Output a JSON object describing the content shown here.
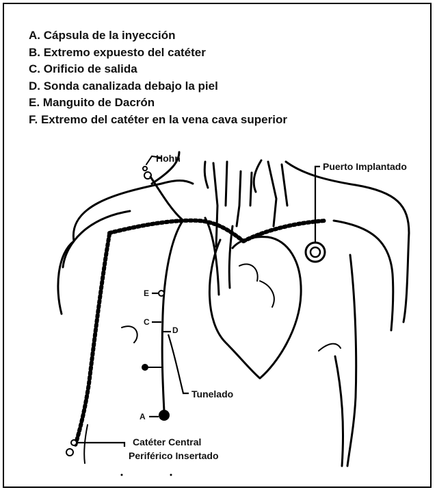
{
  "legend": {
    "items": [
      "A. Cápsula de la inyección",
      "B. Extremo expuesto del catéter",
      "C. Orificio de salida",
      "D. Sonda canalizada debajo la piel",
      "E. Manguito de Dacrón",
      "F. Extremo del catéter en la vena cava superior"
    ]
  },
  "diagram": {
    "hohn": "Hohn",
    "port": "Puerto Implantado",
    "tunneled": "Tunelado",
    "picc_line1": "Catéter Central",
    "picc_line2": "Periférico Insertado",
    "letter_e": "E",
    "letter_c": "C",
    "letter_d": "D",
    "letter_a": "A"
  }
}
